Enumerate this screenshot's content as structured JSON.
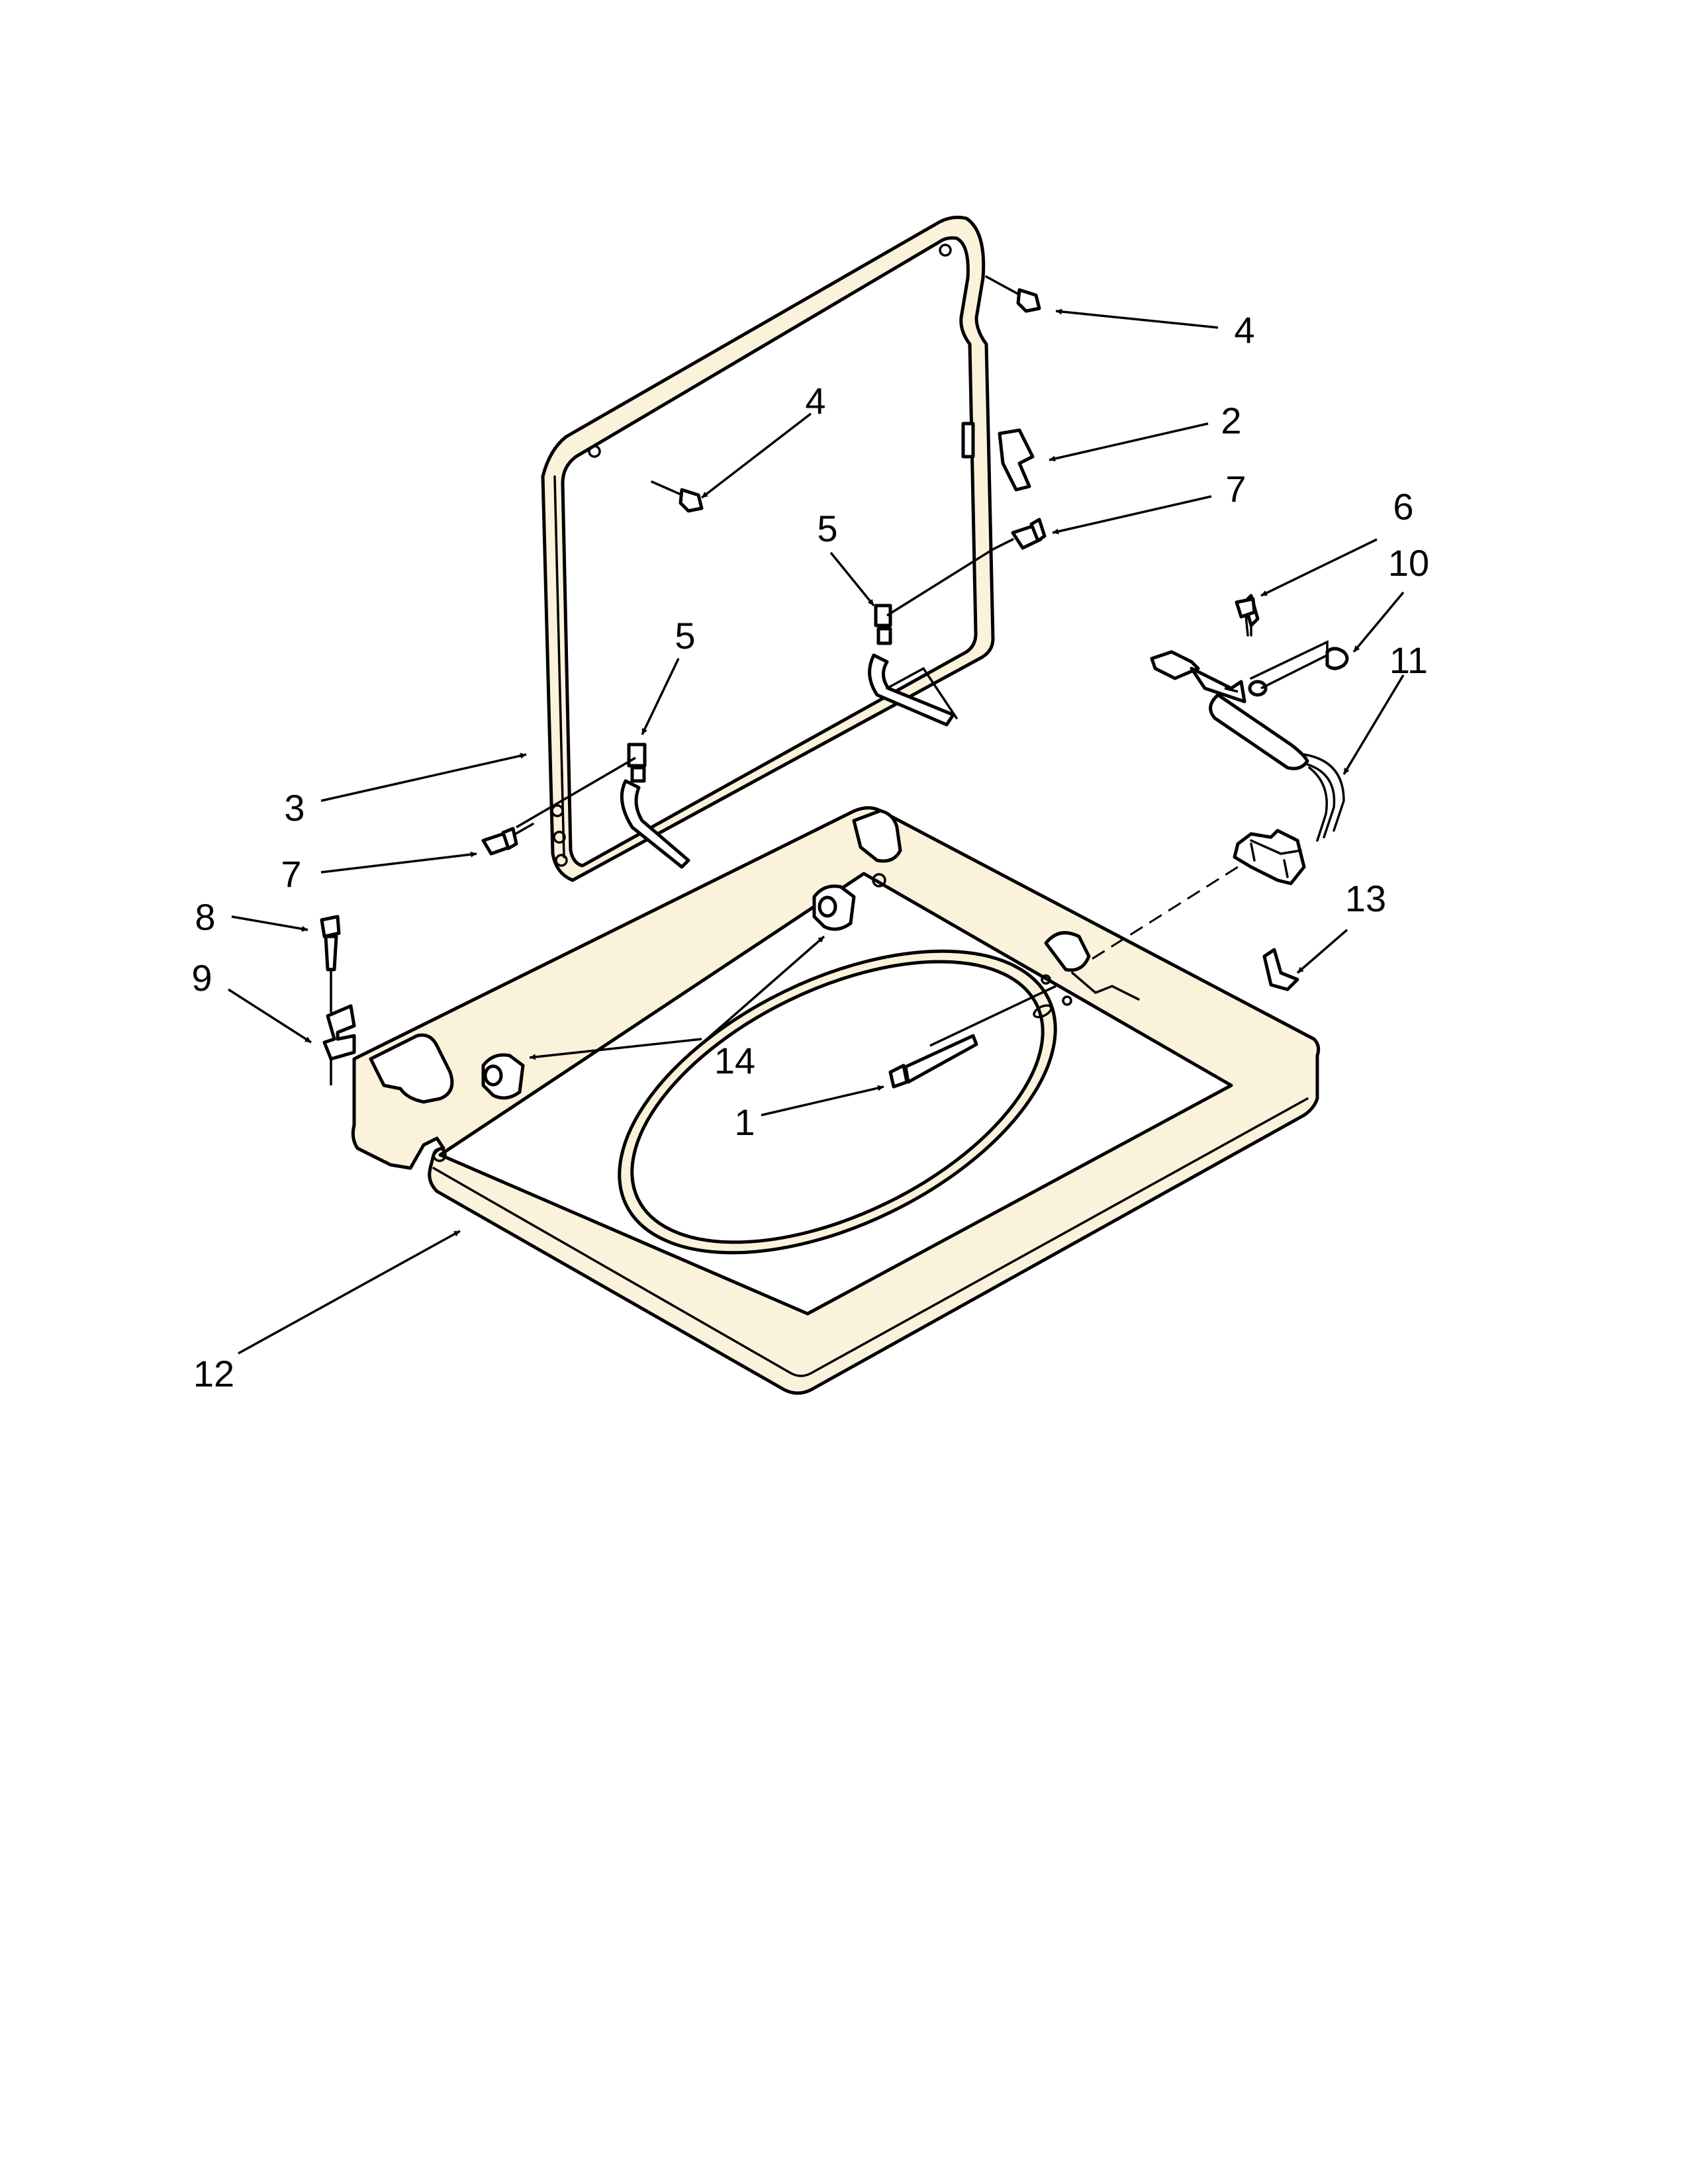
{
  "diagram": {
    "callouts": [
      {
        "id": "c4a",
        "text": "4"
      },
      {
        "id": "c4b",
        "text": "4"
      },
      {
        "id": "c2",
        "text": "2"
      },
      {
        "id": "c7a",
        "text": "7"
      },
      {
        "id": "c5a",
        "text": "5"
      },
      {
        "id": "c6",
        "text": "6"
      },
      {
        "id": "c10",
        "text": "10"
      },
      {
        "id": "c11",
        "text": "11"
      },
      {
        "id": "c5b",
        "text": "5"
      },
      {
        "id": "c3",
        "text": "3"
      },
      {
        "id": "c7b",
        "text": "7"
      },
      {
        "id": "c8",
        "text": "8"
      },
      {
        "id": "c13",
        "text": "13"
      },
      {
        "id": "c9",
        "text": "9"
      },
      {
        "id": "c14",
        "text": "14"
      },
      {
        "id": "c1",
        "text": "1"
      },
      {
        "id": "c12",
        "text": "12"
      }
    ],
    "colors": {
      "part_fill": "#fbf2dc",
      "line": "#000000",
      "background": "#ffffff"
    }
  }
}
